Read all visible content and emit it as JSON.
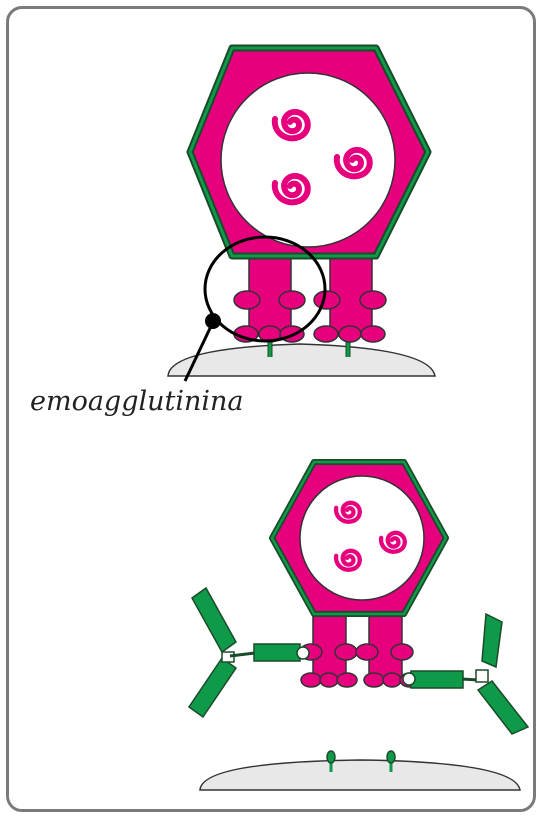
{
  "label": "emoagglutinina",
  "colors": {
    "capsid_fill": "#e6007e",
    "capsid_stroke": "#1a7a3c",
    "antibody_fill": "#0e9a48",
    "antibody_stroke": "#1a4a2a",
    "membrane_fill": "#e8e8e8",
    "frame_border": "#7a7a7a"
  },
  "icons": [
    "virus-capsid",
    "rna-spiral",
    "hemagglutinin-spike",
    "antibody",
    "cell-membrane",
    "receptor"
  ]
}
